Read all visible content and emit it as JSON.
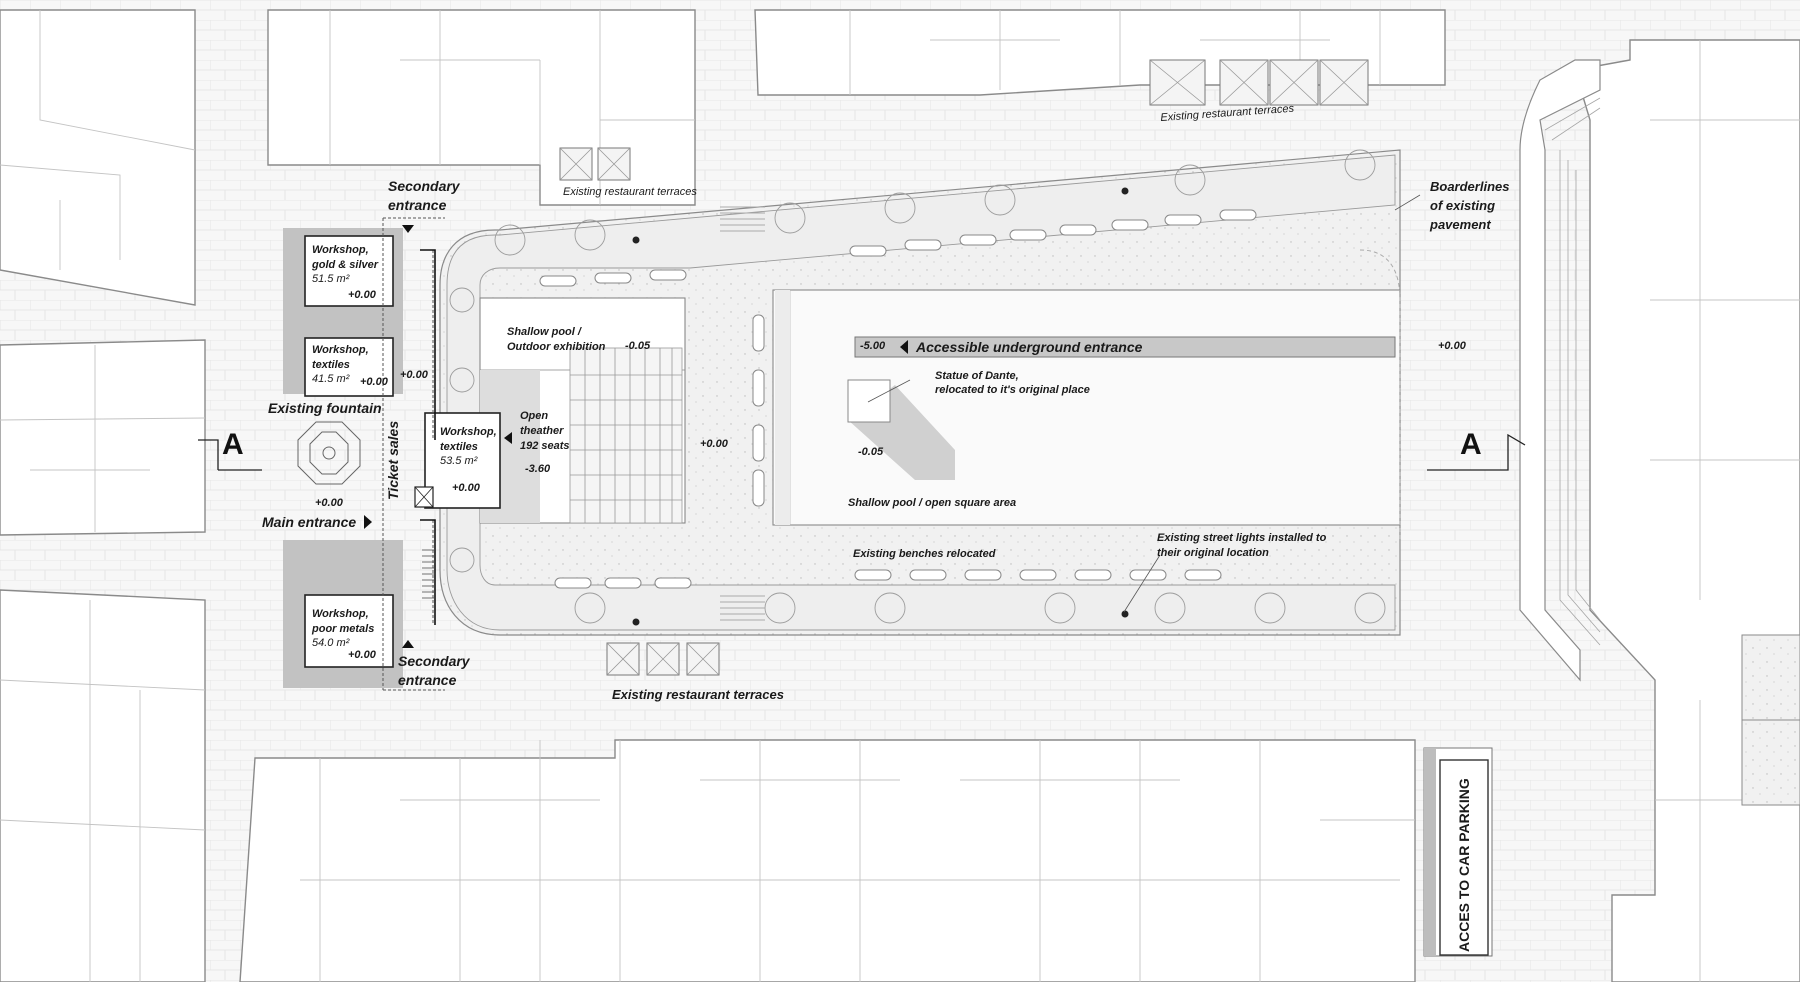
{
  "labels": {
    "secondary_entrance_top_1": "Secondary",
    "secondary_entrance_top_2": "entrance",
    "secondary_entrance_bottom_1": "Secondary",
    "secondary_entrance_bottom_2": "entrance",
    "main_entrance": "Main entrance",
    "existing_fountain": "Existing fountain",
    "ticket_sales": "Ticket sales",
    "terraces_top_left": "Existing restaurant terraces",
    "terraces_top_right": "Existing restaurant terraces",
    "terraces_bottom": "Existing restaurant terraces",
    "borderlines_1": "Boarderlines",
    "borderlines_2": "of existing",
    "borderlines_3": "pavement",
    "underground_entrance": "Accessible underground entrance",
    "statue_1": "Statue of Dante,",
    "statue_2": "relocated to it's original place",
    "shallow_pool_open": "Shallow pool / open square area",
    "benches": "Existing benches relocated",
    "street_lights_1": "Existing street lights installed to",
    "street_lights_2": "their original location",
    "shallow_pool_exhibit_1": "Shallow pool /",
    "shallow_pool_exhibit_2": "Outdoor exhibition",
    "theater_1": "Open",
    "theater_2": "theather",
    "theater_3": "192 seats",
    "parking": "ACCES TO CAR PARKING",
    "section_left": "A",
    "section_right": "A"
  },
  "workshops": [
    {
      "l1": "Workshop,",
      "l2": "gold & silver",
      "area": "51.5 m²",
      "level": "+0.00"
    },
    {
      "l1": "Workshop,",
      "l2": "textiles",
      "area": "41.5 m²",
      "level": "+0.00"
    },
    {
      "l1": "Workshop,",
      "l2": "textiles",
      "area": "53.5 m²",
      "level": "+0.00"
    },
    {
      "l1": "Workshop,",
      "l2": "poor metals",
      "area": "54.0 m²",
      "level": "+0.00"
    }
  ],
  "levels": {
    "left_street": "+0.00",
    "corridor": "+0.00",
    "pool_exhibit": "-0.05",
    "theater": "-3.60",
    "central": "+0.00",
    "underground": "-5.00",
    "right_street": "+0.00",
    "statue_pool": "-0.05"
  },
  "colors": {
    "line": "#8a8a8a",
    "dark_line": "#333333",
    "shade": "#bdbdbd",
    "light_shade": "#e3e3e3",
    "ramp": "#c8c8c8"
  }
}
